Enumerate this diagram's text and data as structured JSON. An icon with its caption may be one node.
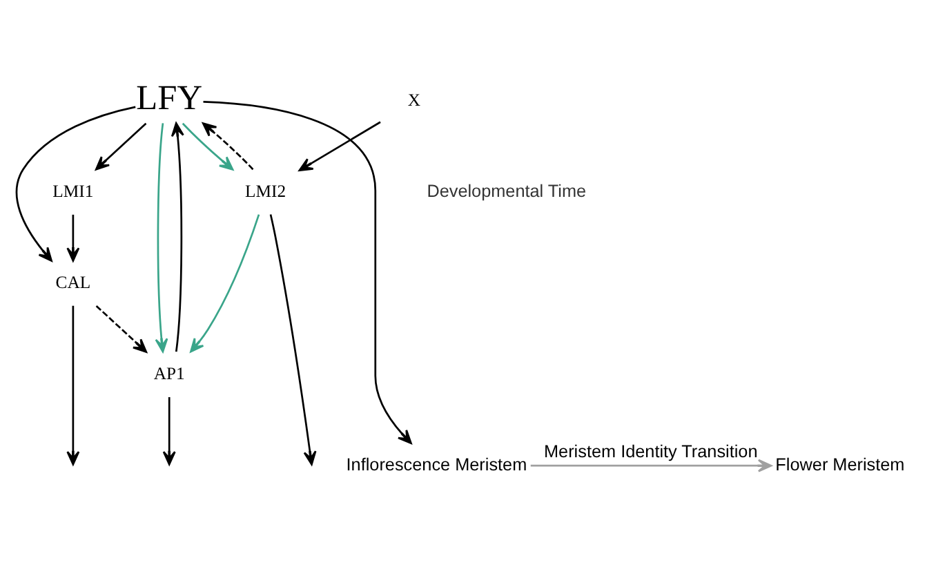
{
  "diagram": {
    "nodes": [
      {
        "text": [
          "LFY"
        ]
      },
      {
        "text": [
          "X"
        ]
      },
      {
        "text": [
          "LMI1"
        ]
      },
      {
        "text": [
          "LMI2"
        ]
      },
      {
        "text": [
          "CAL"
        ]
      },
      {
        "text": [
          "AP1"
        ]
      },
      {
        "text": [
          "Inflorescence Meristem"
        ]
      },
      {
        "text": [
          "Flower Meristem"
        ]
      }
    ],
    "edges": [
      {
        "from": 0,
        "to": 6,
        "arrow": "to"
      },
      {
        "from": 0,
        "to": 2,
        "arrow": "to"
      },
      {
        "from": 0,
        "to": 4,
        "arrow": "to"
      },
      {
        "from": 5,
        "to": 0,
        "arrow": "to"
      },
      {
        "from": 0,
        "to": 5,
        "arrow": "to",
        "color": "#3aa58a"
      },
      {
        "from": 0,
        "to": 3,
        "arrow": "to",
        "color": "#3aa58a"
      },
      {
        "from": 3,
        "to": 0,
        "arrow": "to",
        "style": "dashed"
      },
      {
        "from": 1,
        "to": 3,
        "arrow": "to"
      },
      {
        "from": 2,
        "to": 4,
        "arrow": "to"
      },
      {
        "from": 3,
        "to": 5,
        "arrow": "to",
        "color": "#3aa58a"
      },
      {
        "from": 4,
        "to": 5,
        "arrow": "to",
        "style": "dashed"
      },
      {
        "from": 4,
        "to": null,
        "arrow": "to"
      },
      {
        "from": 5,
        "to": null,
        "arrow": "to"
      },
      {
        "from": 3,
        "to": null,
        "arrow": "to"
      },
      {
        "from": 6,
        "to": 7,
        "arrow": "to",
        "label": "Meristem Identity Transition",
        "color": "#a0a0a0"
      }
    ],
    "labels": [
      "Developmental Time"
    ]
  }
}
